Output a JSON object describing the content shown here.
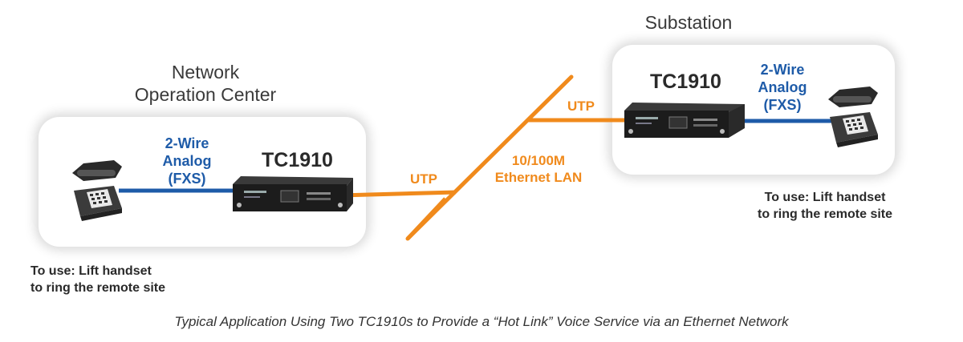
{
  "left_site": {
    "title_line1": "Network",
    "title_line2": "Operation Center",
    "device_model": "TC1910",
    "wire_line1": "2-Wire",
    "wire_line2": "Analog",
    "wire_line3": "(FXS)",
    "uplink_label": "UTP",
    "note_line1": "To use: Lift handset",
    "note_line2": "to ring the remote site"
  },
  "right_site": {
    "title": "Substation",
    "device_model": "TC1910",
    "wire_line1": "2-Wire",
    "wire_line2": "Analog",
    "wire_line3": "(FXS)",
    "uplink_label": "UTP",
    "note_line1": "To use: Lift handset",
    "note_line2": "to ring the remote site"
  },
  "network": {
    "line1": "10/100M",
    "line2": "Ethernet LAN"
  },
  "caption": "Typical Application Using Two TC1910s to Provide a “Hot Link” Voice Service via an Ethernet Network",
  "colors": {
    "ethernet": "#f08a1c",
    "analog": "#1e5ba8",
    "device": "#1c1c1c"
  },
  "icons": [
    "telephone-icon",
    "tc1910-device-icon"
  ]
}
